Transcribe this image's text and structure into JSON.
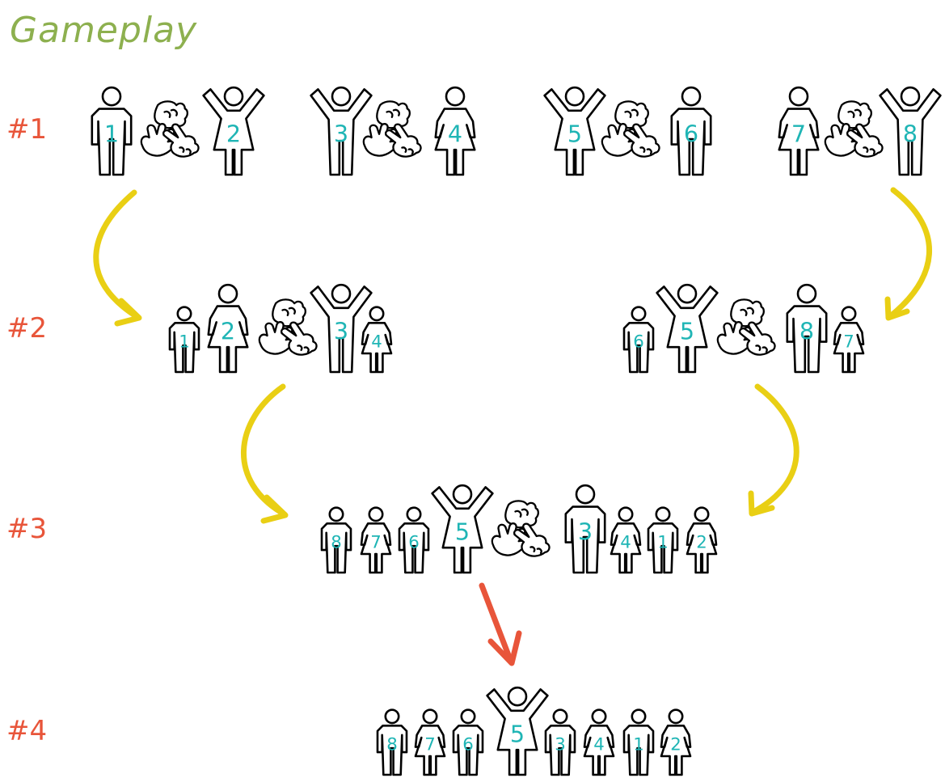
{
  "title": "Gameplay",
  "rounds": [
    "#1",
    "#2",
    "#3",
    "#4"
  ],
  "colors": {
    "title": "#8db04f",
    "round_label": "#e8553a",
    "number": "#1fb5b5",
    "advance_arrow": "#e9cf14",
    "final_arrow": "#e8553a"
  },
  "round1": {
    "matches": [
      {
        "left": {
          "number": "1",
          "gender": "male"
        },
        "right": {
          "number": "2",
          "gender": "female",
          "cheering": true
        }
      },
      {
        "left": {
          "number": "3",
          "gender": "male",
          "cheering": true
        },
        "right": {
          "number": "4",
          "gender": "female"
        }
      },
      {
        "left": {
          "number": "5",
          "gender": "female",
          "cheering": true
        },
        "right": {
          "number": "6",
          "gender": "male"
        }
      },
      {
        "left": {
          "number": "7",
          "gender": "female"
        },
        "right": {
          "number": "8",
          "gender": "male",
          "cheering": true
        }
      }
    ]
  },
  "round2": {
    "groups": [
      {
        "members": [
          {
            "number": "1",
            "gender": "male",
            "small": true
          },
          {
            "number": "2",
            "gender": "female"
          },
          {
            "number": "3",
            "gender": "male",
            "cheering": true
          },
          {
            "number": "4",
            "gender": "female",
            "small": true
          }
        ]
      },
      {
        "members": [
          {
            "number": "6",
            "gender": "male",
            "small": true
          },
          {
            "number": "5",
            "gender": "female",
            "cheering": true
          },
          {
            "number": "8",
            "gender": "male"
          },
          {
            "number": "7",
            "gender": "female",
            "small": true
          }
        ]
      }
    ]
  },
  "round3": {
    "members": [
      {
        "number": "8",
        "gender": "male",
        "small": true
      },
      {
        "number": "7",
        "gender": "female",
        "small": true
      },
      {
        "number": "6",
        "gender": "male",
        "small": true
      },
      {
        "number": "5",
        "gender": "female",
        "cheering": true
      },
      {
        "number": "3",
        "gender": "male"
      },
      {
        "number": "4",
        "gender": "female",
        "small": true
      },
      {
        "number": "1",
        "gender": "male",
        "small": true
      },
      {
        "number": "2",
        "gender": "female",
        "small": true
      }
    ]
  },
  "round4": {
    "members": [
      {
        "number": "8",
        "gender": "male",
        "small": true
      },
      {
        "number": "7",
        "gender": "female",
        "small": true
      },
      {
        "number": "6",
        "gender": "male",
        "small": true
      },
      {
        "number": "5",
        "gender": "female",
        "cheering": true,
        "winner": true
      },
      {
        "number": "3",
        "gender": "male",
        "small": true
      },
      {
        "number": "4",
        "gender": "female",
        "small": true
      },
      {
        "number": "1",
        "gender": "male",
        "small": true
      },
      {
        "number": "2",
        "gender": "female",
        "small": true
      }
    ]
  },
  "icons": [
    "person-icon",
    "fist-icon",
    "open-hand-icon",
    "peace-hand-icon",
    "arrow-icon"
  ]
}
